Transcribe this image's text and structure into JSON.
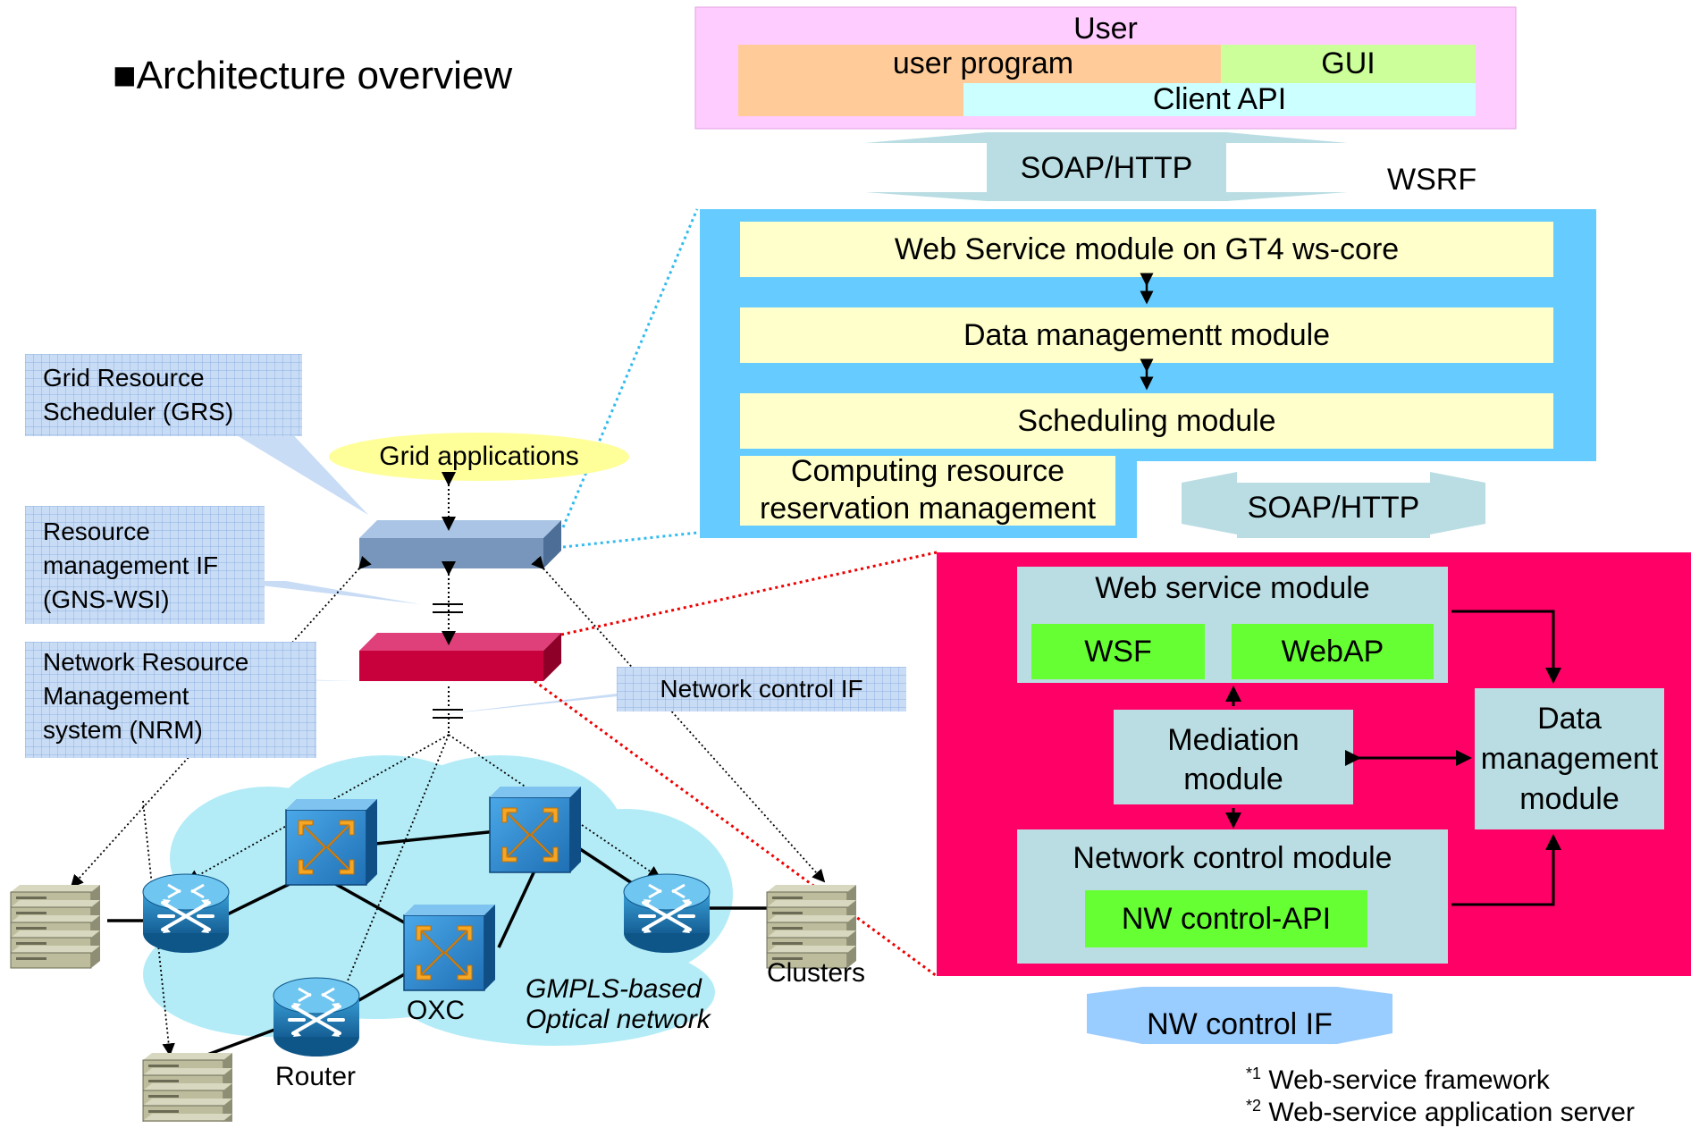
{
  "title": "■Architecture overview",
  "user": {
    "title": "User",
    "user_program": "user program",
    "gui": "GUI",
    "client_api": "Client API"
  },
  "protocols": {
    "soap_top": "SOAP/HTTP",
    "wsrf": "WSRF",
    "soap_mid": "SOAP/HTTP",
    "nw_control_if": "NW control IF"
  },
  "grs": {
    "ws_module": "Web Service module on GT4 ws-core",
    "data_module": "Data managementt module",
    "scheduling_module": "Scheduling module",
    "computing_line1": "Computing resource",
    "computing_line2": "reservation management"
  },
  "nrm": {
    "web_service_module": "Web service module",
    "wsf": "WSF",
    "webap": "WebAP",
    "mediation_line1": "Mediation",
    "mediation_line2": "module",
    "data_line1": "Data",
    "data_line2": "management",
    "data_line3": "module",
    "network_control_module": "Network control module",
    "nw_control_api": "NW control-API"
  },
  "callouts": {
    "grs_line1": "Grid Resource",
    "grs_line2": "Scheduler (GRS)",
    "rmif_line1": "Resource",
    "rmif_line2": "management IF",
    "rmif_line3": "(GNS-WSI)",
    "nrm_line1": "Network Resource",
    "nrm_line2": "Management",
    "nrm_line3": "system (NRM)",
    "network_control_if": "Network control IF"
  },
  "network": {
    "grid_applications": "Grid applications",
    "oxc": "OXC",
    "router": "Router",
    "clusters": "Clusters",
    "gmpls_line1": "GMPLS-based",
    "gmpls_line2": "Optical network"
  },
  "footnotes": {
    "note1_mark": "*1",
    "note1_text": " Web-service framework",
    "note2_mark": "*2",
    "note2_text": " Web-service application server"
  },
  "colors": {
    "user_bg": "#ffccff",
    "user_program": "#ffcc99",
    "gui": "#ccff99",
    "client_api": "#ccffff",
    "grs_bg": "#66ccff",
    "grs_module": "#ffffcc",
    "nrm_bg": "#ff0066",
    "nrm_module": "#b9dde3",
    "nrm_green": "#66ff33",
    "arrow_fill": "#b9dde3",
    "nw_arrow_fill": "#99ccff",
    "cloud": "#b3ecf7",
    "grs_box": "#7896bc",
    "nrm_box": "#c8003c"
  }
}
